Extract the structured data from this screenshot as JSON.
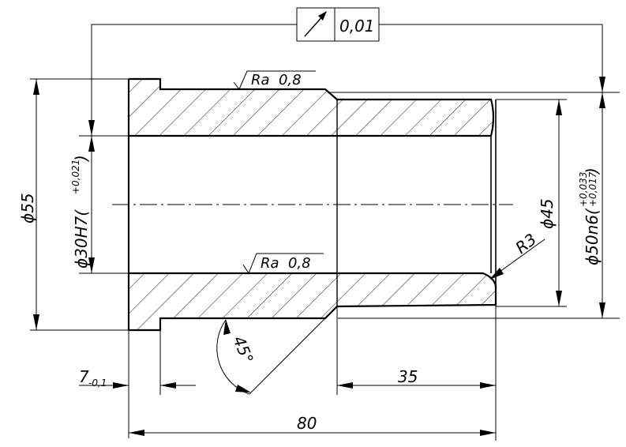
{
  "tolerance_frame": {
    "symbol": "runout-arrow-icon",
    "value": "0,01"
  },
  "roughness_top": {
    "text": "Ra  0,8"
  },
  "roughness_bottom": {
    "text": "Ra  0,8"
  },
  "dimensions": {
    "dia_outer_left": "ϕ55",
    "dia_bore": "ϕ30H7(",
    "dia_bore_tol_upper": "+0,021",
    "dia_bore_tol_close": ")",
    "dia_inner_right": "ϕ45",
    "dia_outer_right": "ϕ50n6(",
    "dia_outer_right_tol_upper": "+0,033",
    "dia_outer_right_tol_lower": "+0,017",
    "dia_outer_right_tol_close": ")",
    "radius": "R3",
    "chamfer_angle": "45°",
    "flange_width": "7",
    "flange_width_tol": "-0,1",
    "length_right": "35",
    "length_total": "80"
  }
}
